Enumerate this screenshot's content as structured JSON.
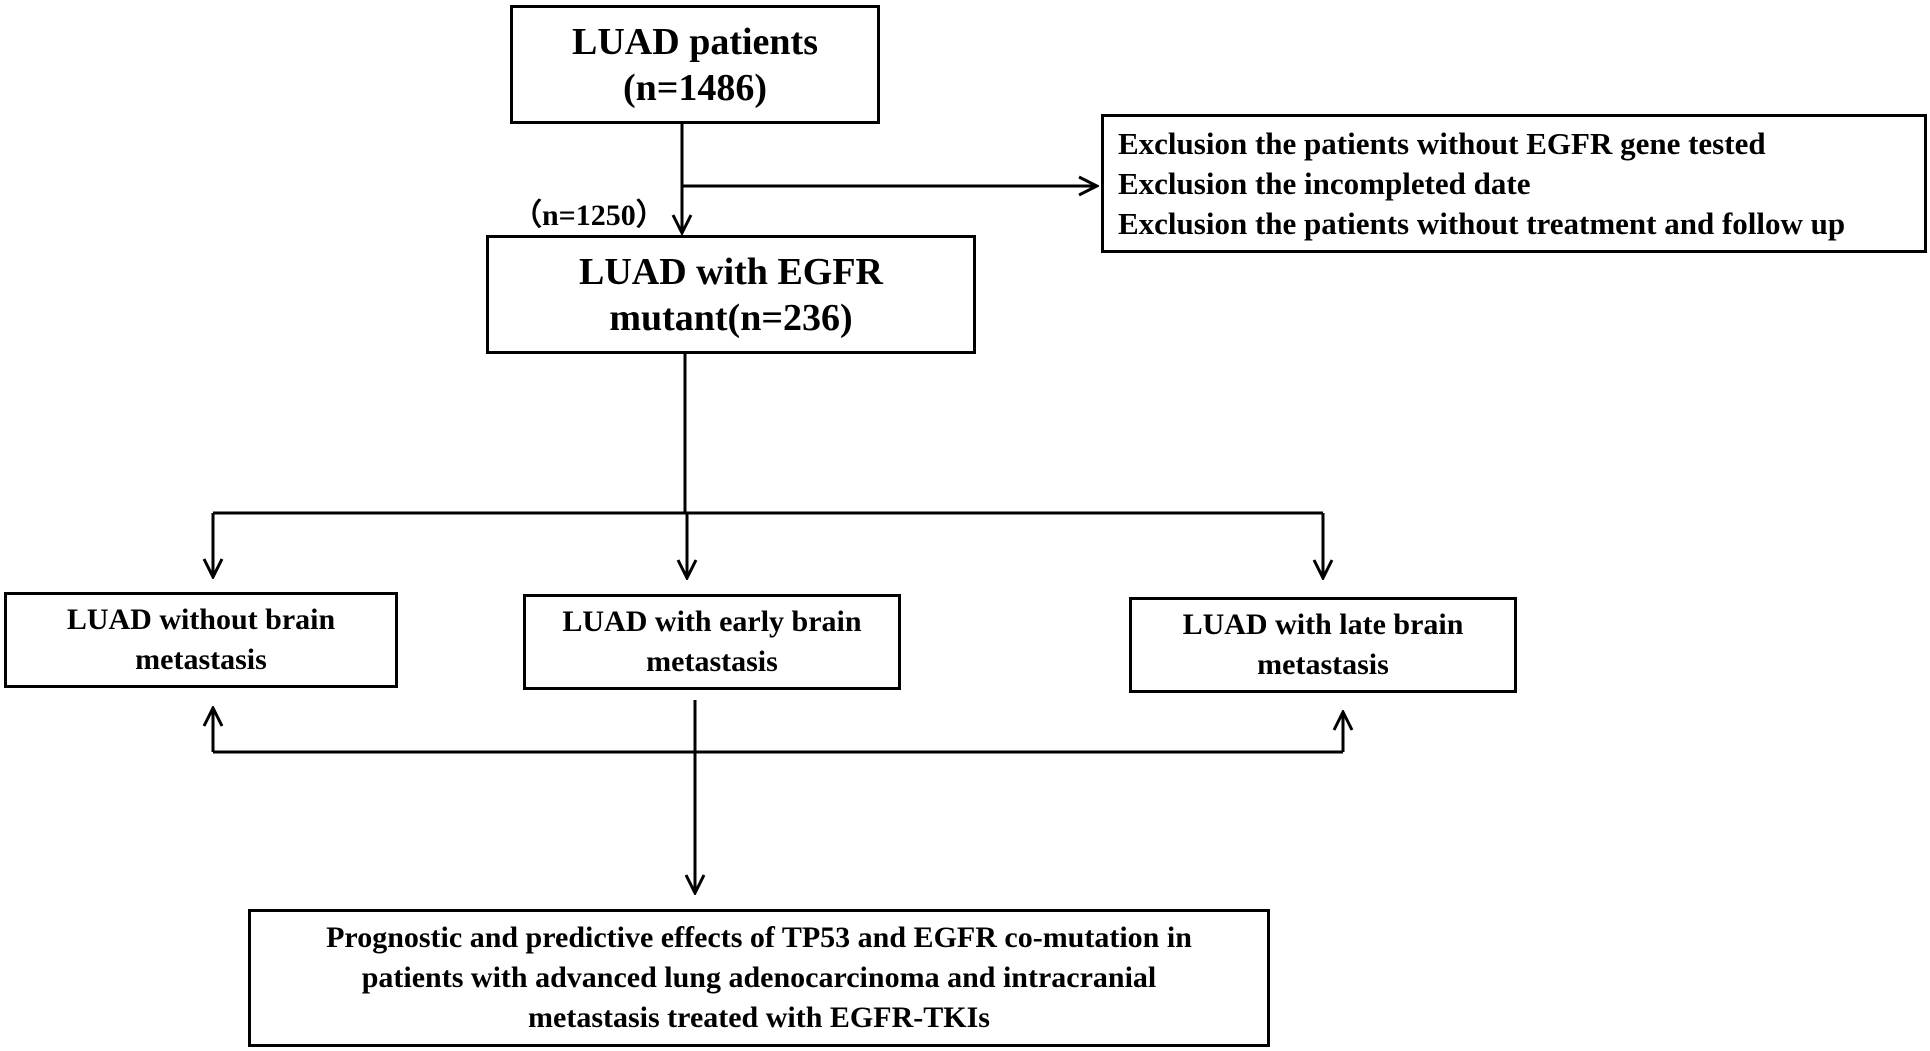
{
  "flowchart": {
    "start": {
      "line1": "LUAD  patients",
      "line2": "(n=1486)"
    },
    "exclusion": [
      "Exclusion the patients without EGFR gene tested",
      "Exclusion the incompleted date",
      "Exclusion the patients without treatment and follow up"
    ],
    "after_exclusion_label": "（n=1250）",
    "egfr": {
      "line1": "LUAD with EGFR",
      "line2": "mutant(n=236)"
    },
    "groups": {
      "no_brain_mets": {
        "line1": "LUAD without brain",
        "line2": "metastasis"
      },
      "early_brain_mets": {
        "line1": "LUAD  with early brain",
        "line2": "metastasis"
      },
      "late_brain_mets": {
        "line1": "LUAD with  late brain",
        "line2": "metastasis"
      }
    },
    "outcome": {
      "line1": "Prognostic and predictive effects of TP53 and EGFR co-mutation in",
      "line2": "patients with advanced lung adenocarcinoma and intracranial",
      "line3": "metastasis treated with EGFR-TKIs"
    }
  }
}
